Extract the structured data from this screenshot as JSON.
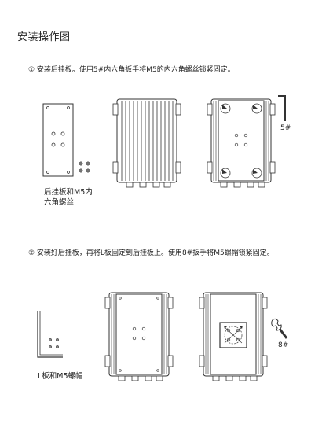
{
  "page_title": "安装操作图",
  "step1": {
    "text": "① 安装后挂板。使用5#内六角扳手将M5的内六角螺丝锁紧固定。",
    "caption_line1": "后挂板和M5内",
    "caption_line2": "六角螺丝",
    "tool_label": "5#"
  },
  "step2": {
    "text": "② 安装好后挂板，再将L板固定到后挂板上。使用8#扳手将M5螺帽锁紧固定。",
    "caption": "L板和M5螺帽",
    "tool_label": "8#"
  }
}
